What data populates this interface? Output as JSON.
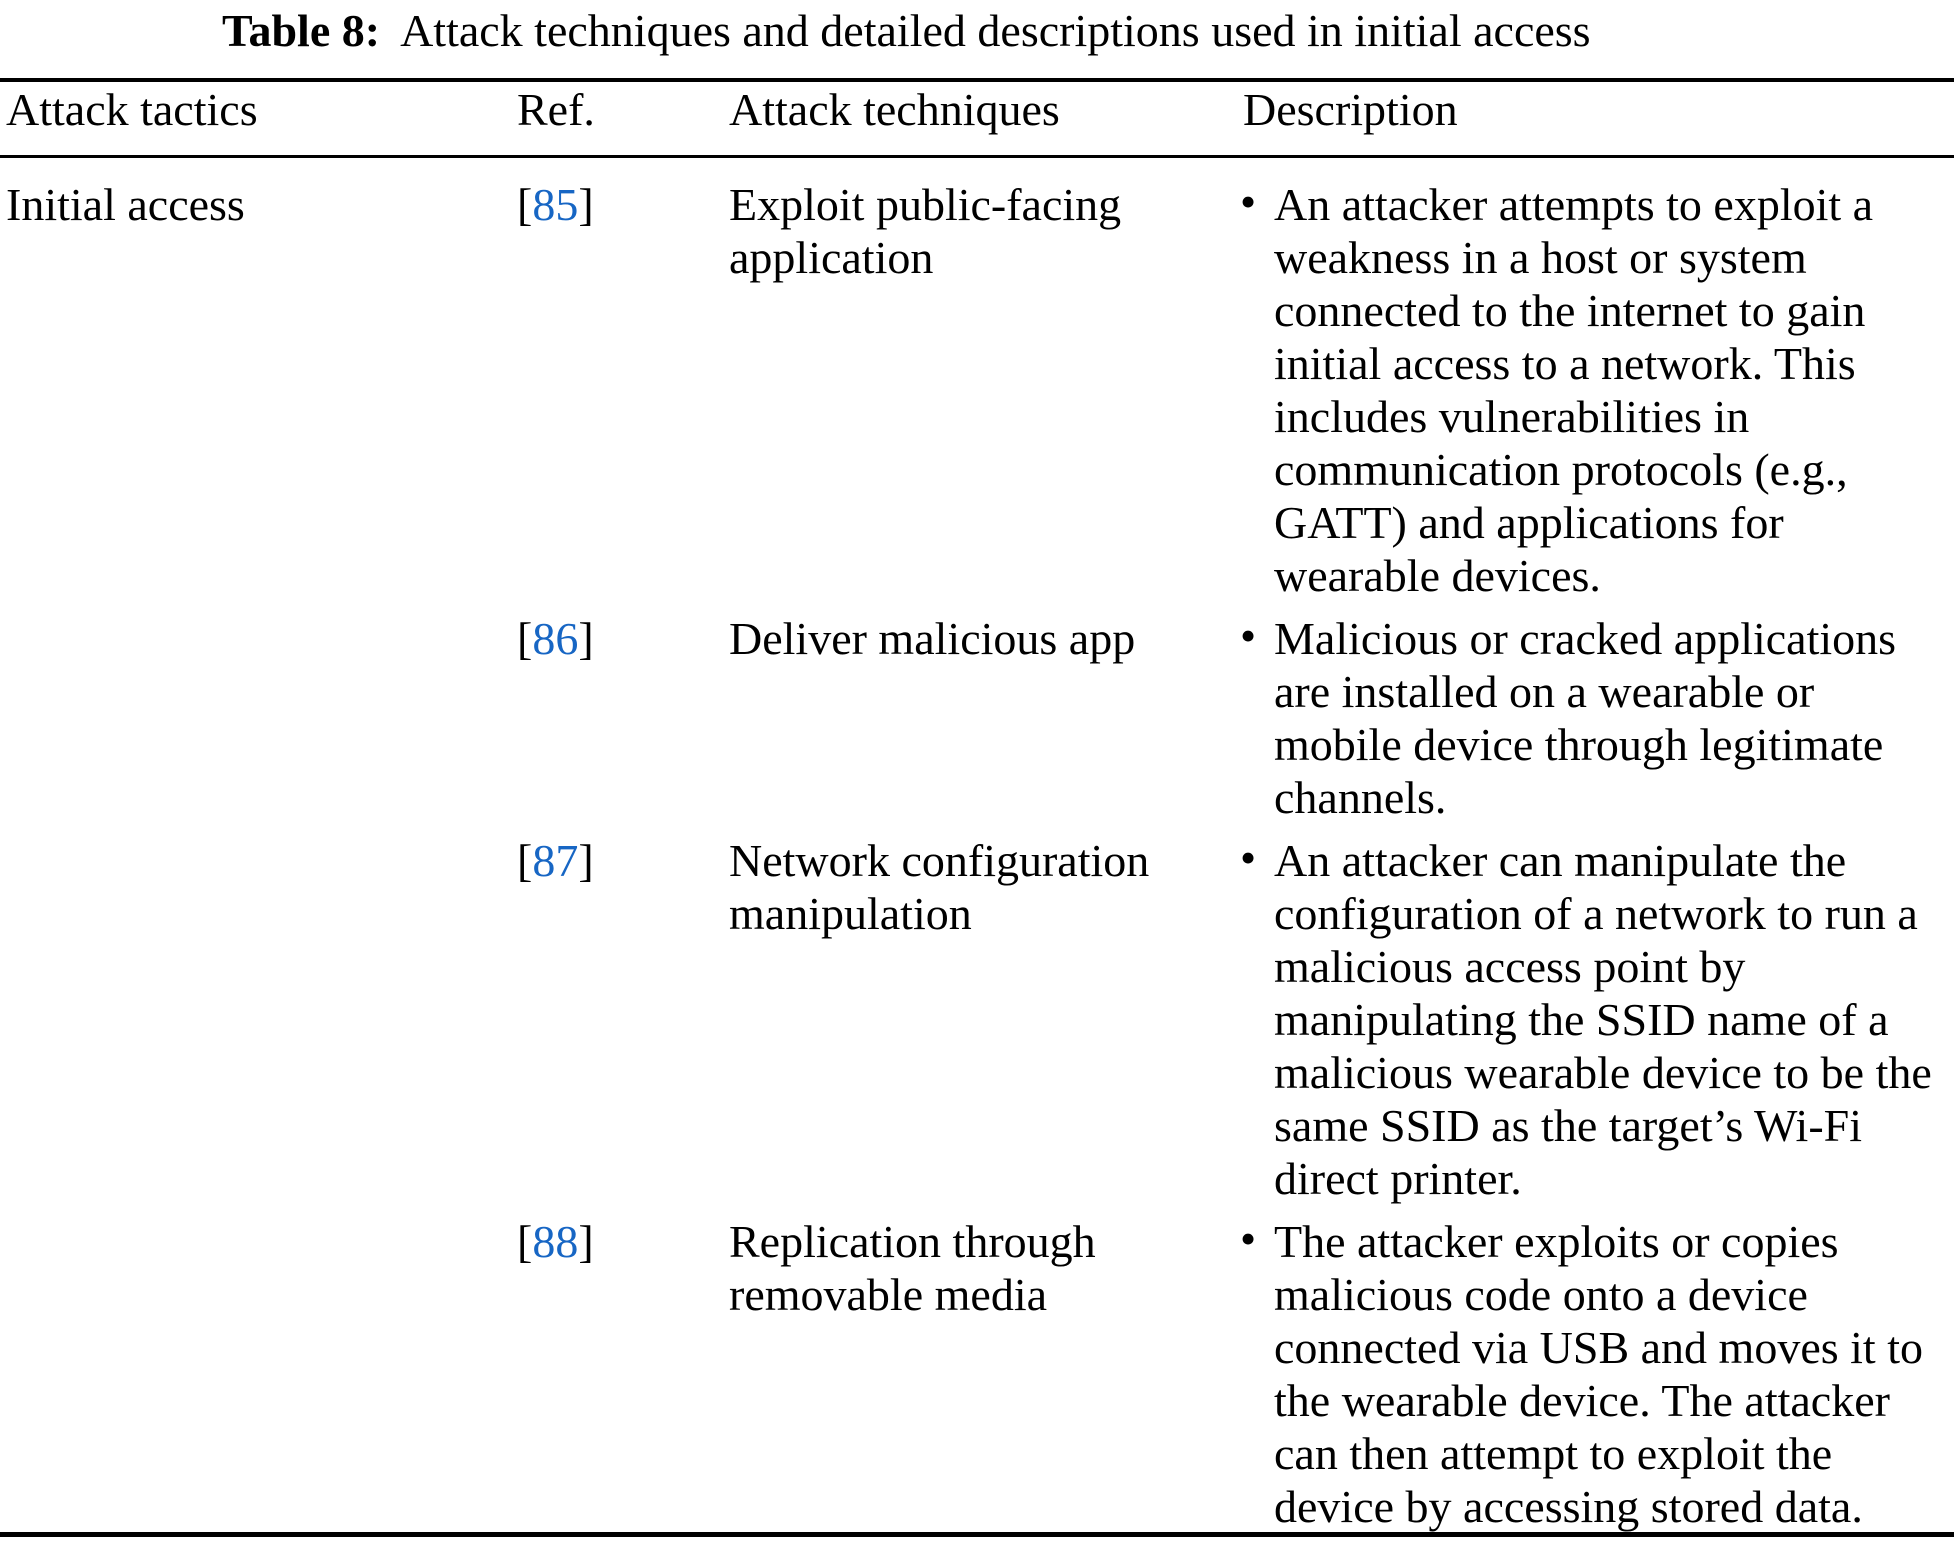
{
  "title": {
    "label": "Table 8:",
    "text": "Attack techniques and detailed descriptions used in initial access"
  },
  "columns": {
    "tactics": "Attack tactics",
    "ref": "Ref.",
    "techniques": "Attack techniques",
    "description": "Description"
  },
  "refs": {
    "open": "[",
    "close": "]"
  },
  "list": {
    "bullet": "•"
  },
  "accent_color": "#1766c4",
  "rows": [
    {
      "tactic": "Initial access",
      "ref": "85",
      "technique": "Exploit public-facing application",
      "description": "An attacker attempts to exploit a weakness in a host or system connected to the internet to gain initial access to a network. This includes vulnerabilities in communication protocols (e.g., GATT) and applications for wearable devices."
    },
    {
      "tactic": "",
      "ref": "86",
      "technique": "Deliver malicious app",
      "description": "Malicious or cracked applications are installed on a wearable or mobile device through legitimate channels."
    },
    {
      "tactic": "",
      "ref": "87",
      "technique": "Network configuration manipulation",
      "description": "An attacker can manipulate the configuration of a network to run a malicious access point by manipulating the SSID name of a malicious wearable device to be the same SSID as the target’s Wi-Fi direct printer."
    },
    {
      "tactic": "",
      "ref": "88",
      "technique": "Replication through removable media",
      "description": "The attacker exploits or copies malicious code onto a device connected via USB and moves it to the wearable device. The attacker can then attempt to exploit the device by accessing stored data."
    }
  ]
}
